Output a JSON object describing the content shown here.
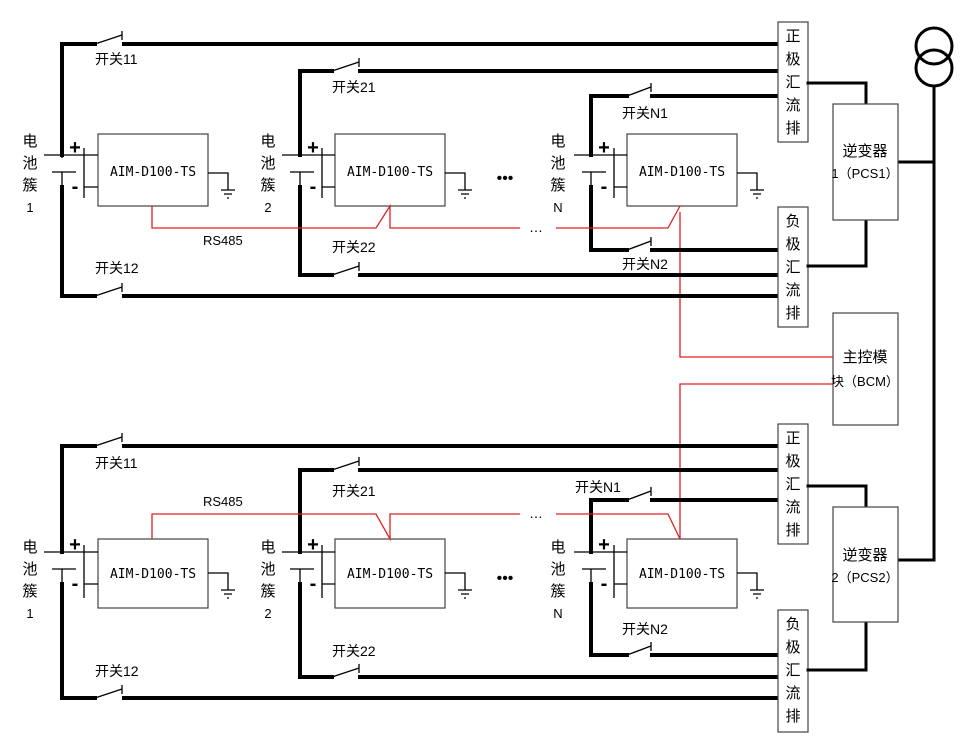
{
  "banks": [
    {
      "switches": {
        "s11": "开关11",
        "s12": "开关12",
        "s21": "开关21",
        "s22": "开关22",
        "n1": "开关N1",
        "n2": "开关N2"
      },
      "clusters": [
        {
          "c1": "电",
          "c2": "池",
          "c3": "簇",
          "num": "1"
        },
        {
          "c1": "电",
          "c2": "池",
          "c3": "簇",
          "num": "2"
        },
        {
          "c1": "电",
          "c2": "池",
          "c3": "簇",
          "num": "N"
        }
      ],
      "module_label": "AIM-D100-TS",
      "rs485": "RS485",
      "ellipsis": "…",
      "pos_bus": [
        "正",
        "极",
        "汇",
        "流",
        "排"
      ],
      "neg_bus": [
        "负",
        "极",
        "汇",
        "流",
        "排"
      ],
      "pcs": {
        "line1": "逆变器",
        "line2": "1（PCS1）"
      }
    },
    {
      "switches": {
        "s11": "开关11",
        "s12": "开关12",
        "s21": "开关21",
        "s22": "开关22",
        "n1": "开关N1",
        "n2": "开关N2"
      },
      "clusters": [
        {
          "c1": "电",
          "c2": "池",
          "c3": "簇",
          "num": "1"
        },
        {
          "c1": "电",
          "c2": "池",
          "c3": "簇",
          "num": "2"
        },
        {
          "c1": "电",
          "c2": "池",
          "c3": "簇",
          "num": "N"
        }
      ],
      "module_label": "AIM-D100-TS",
      "rs485": "RS485",
      "ellipsis": "…",
      "pos_bus": [
        "正",
        "极",
        "汇",
        "流",
        "排"
      ],
      "neg_bus": [
        "负",
        "极",
        "汇",
        "流",
        "排"
      ],
      "pcs": {
        "line1": "逆变器",
        "line2": "2（PCS2）"
      }
    }
  ],
  "bcm": {
    "line1": "主控模",
    "line2": "块（BCM）"
  },
  "dots": "•••"
}
